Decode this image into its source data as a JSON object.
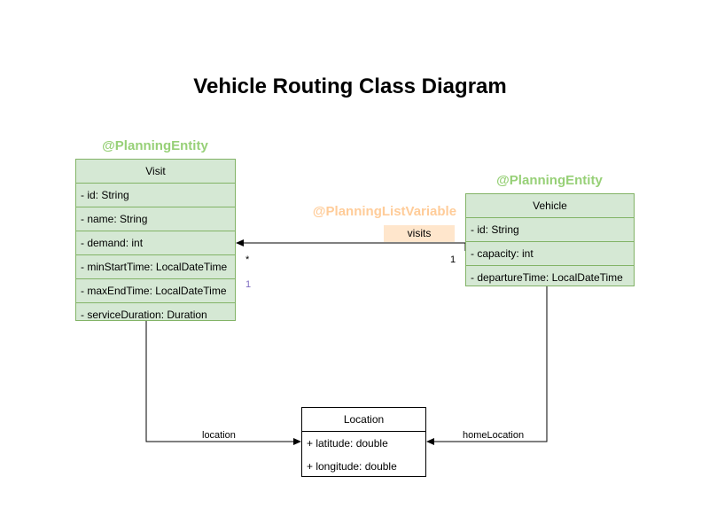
{
  "title": "Vehicle Routing Class Diagram",
  "colors": {
    "entity_fill": "#d5e8d4",
    "entity_border": "#82b366",
    "entity_annotation": "#97d077",
    "list_annotation": "#ffcc99",
    "list_label_fill": "#ffe6cc",
    "multiplicity_muted": "#7e6cc1"
  },
  "visit": {
    "annotation": "@PlanningEntity",
    "name": "Visit",
    "attributes": [
      "- id: String",
      "- name: String",
      "- demand: int",
      "- minStartTime: LocalDateTime",
      "- maxEndTime: LocalDateTime",
      "- serviceDuration: Duration"
    ]
  },
  "vehicle": {
    "annotation": "@PlanningEntity",
    "name": "Vehicle",
    "attributes": [
      "- id: String",
      "- capacity: int",
      "- departureTime: LocalDateTime"
    ]
  },
  "location": {
    "name": "Location",
    "attributes": [
      "+ latitude: double",
      "+ longitude: double"
    ]
  },
  "edges": {
    "visits": {
      "annotation": "@PlanningListVariable",
      "label": "visits",
      "source_multiplicity": "1",
      "target_multiplicity": "*"
    },
    "visit_extra_multiplicity": "1",
    "visit_location": {
      "label": "location"
    },
    "vehicle_home_location": {
      "label": "homeLocation"
    }
  }
}
